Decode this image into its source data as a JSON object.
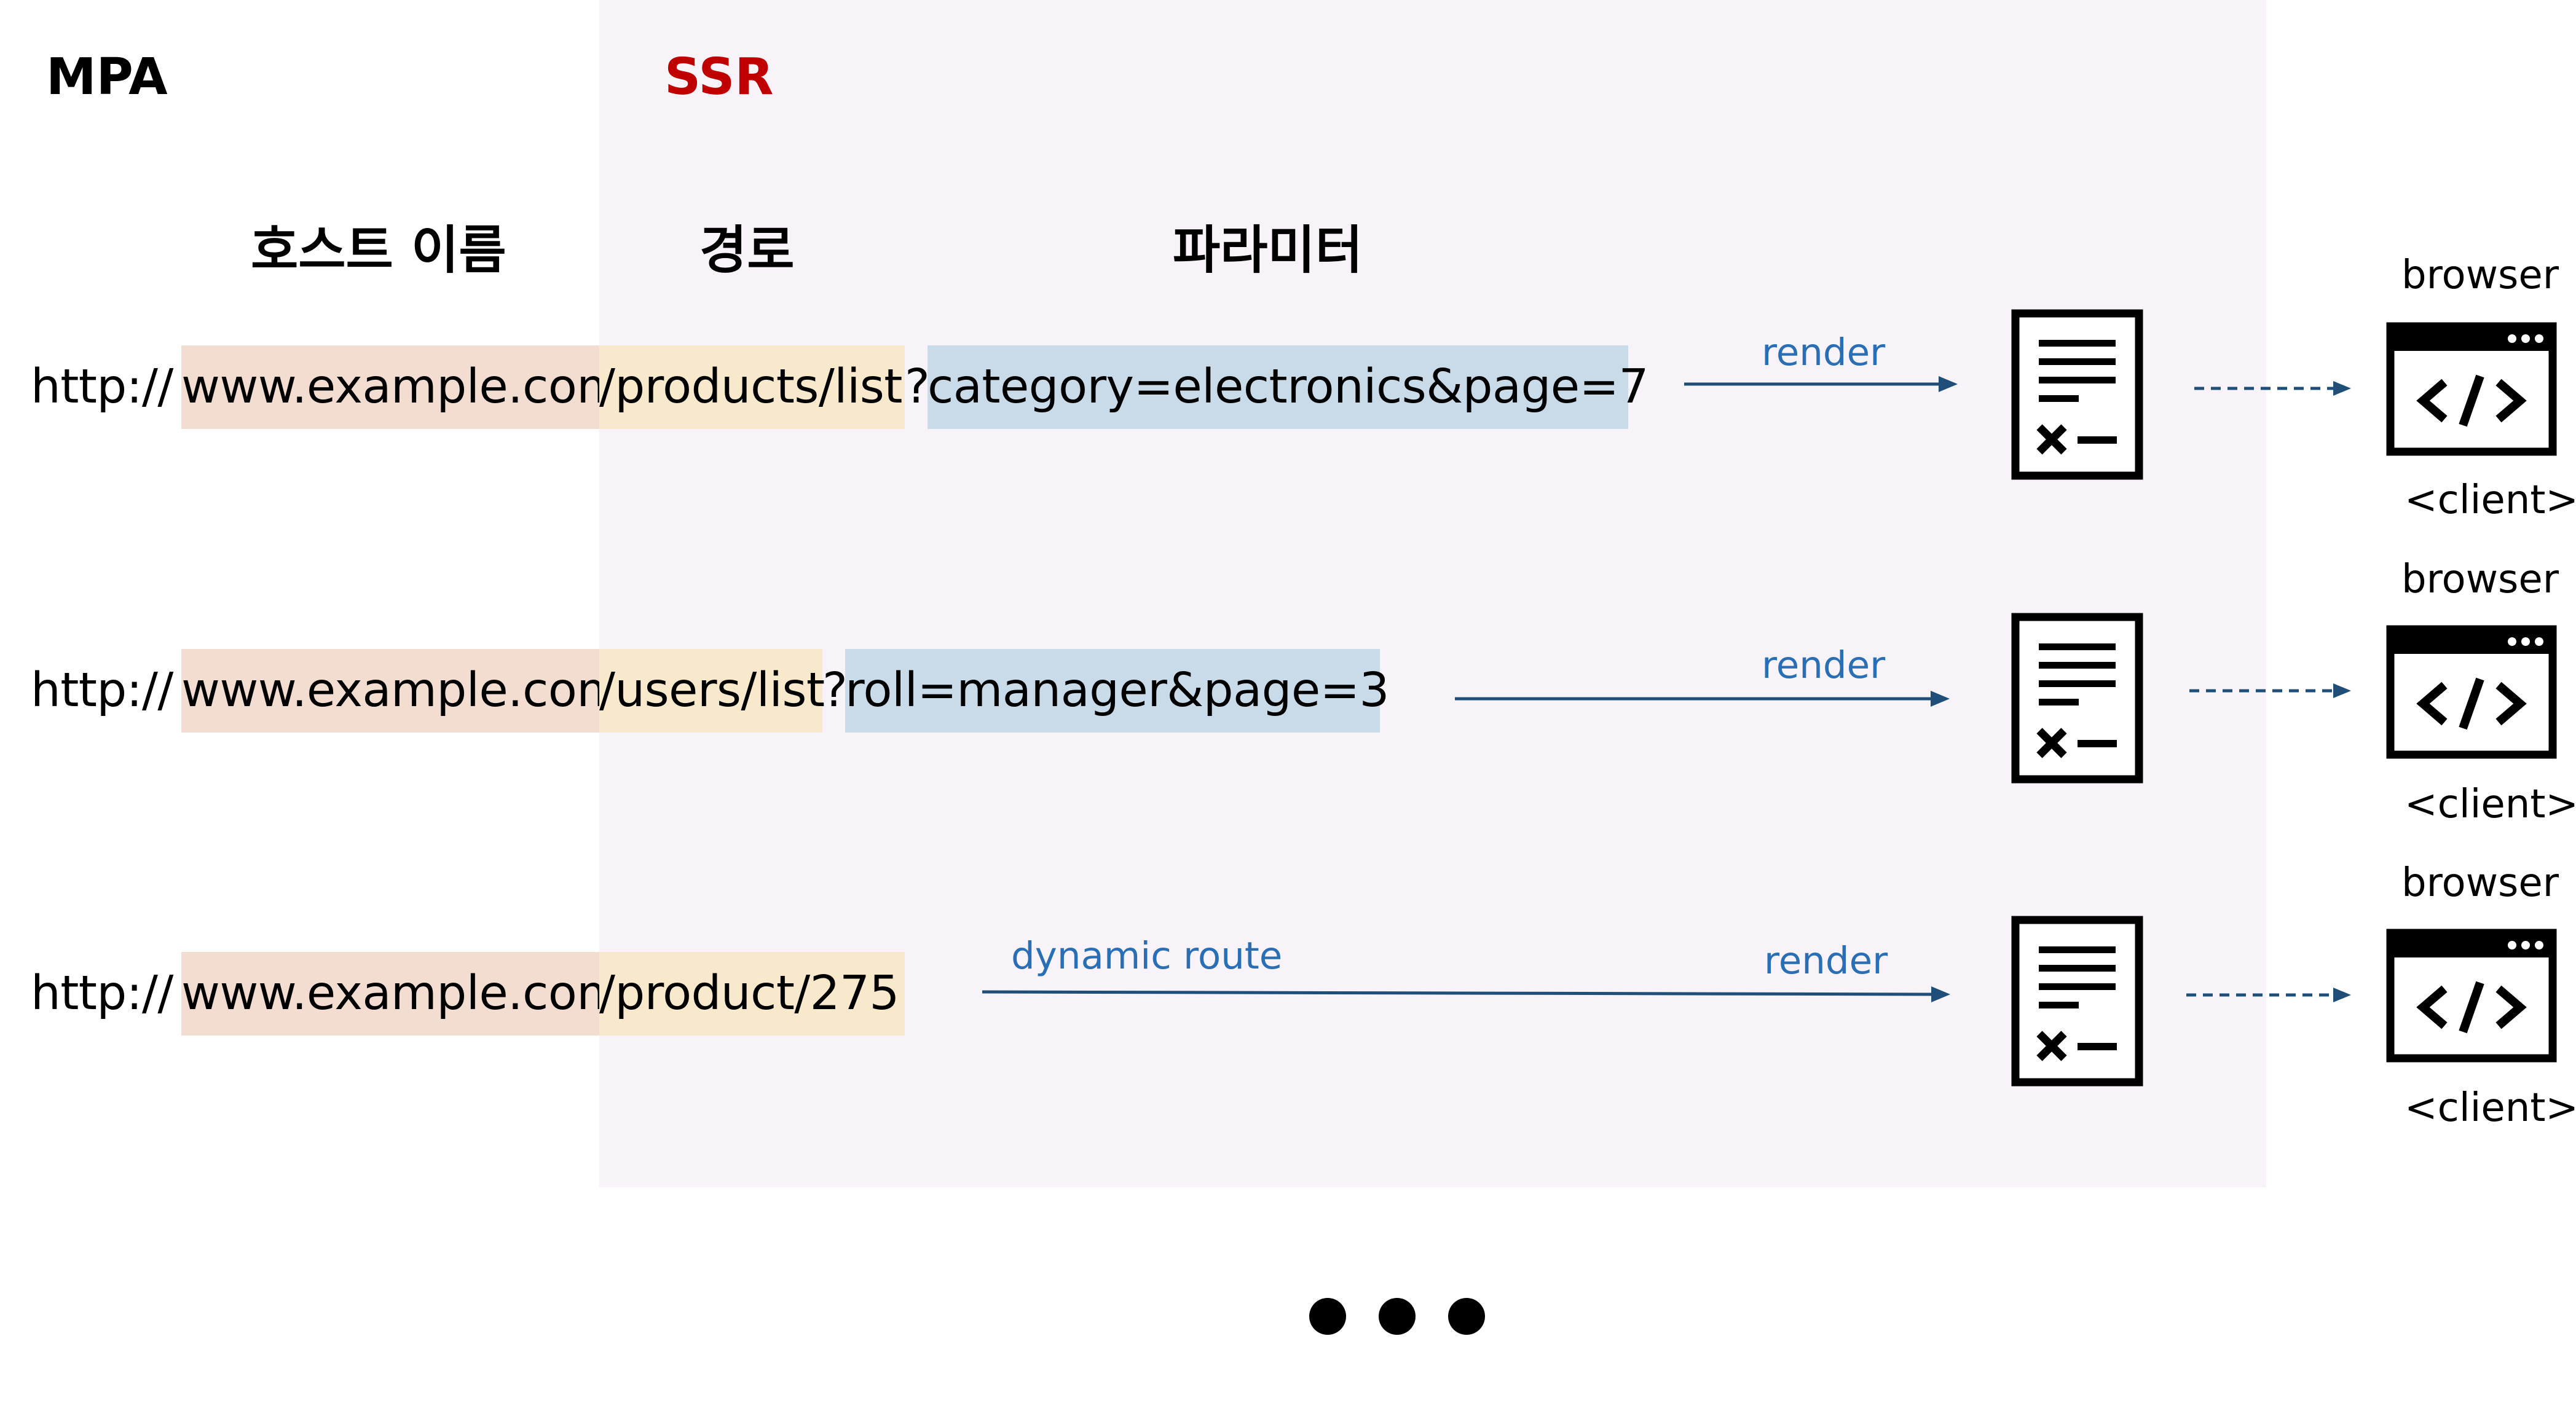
{
  "section_labels": {
    "mpa": "MPA",
    "ssr": "SSR"
  },
  "colors": {
    "ssr_label": "#c00000",
    "ssr_region": "#f7f3f9",
    "host_highlight": "#f3dcd0",
    "path_highlight": "#f8e8cc",
    "param_highlight": "#c9dbe9",
    "arrow": "#1f4e79",
    "arrow_label": "#2a6fb5"
  },
  "column_headers": {
    "host": "호스트 이름",
    "path": "경로",
    "params": "파라미터"
  },
  "rows": [
    {
      "url": {
        "scheme": "http://",
        "host": "www.example.com",
        "path": "/products/list",
        "separator": "?",
        "params": "category=electronics&page=7"
      },
      "route_label": "",
      "render_label": "render",
      "server_icon": "server-document-icon",
      "browser_label": "browser",
      "client_icon": "code-window-icon",
      "client_label": "<client>"
    },
    {
      "url": {
        "scheme": "http://",
        "host": "www.example.com",
        "path": "/users/list",
        "separator": "?",
        "params": "roll=manager&page=3"
      },
      "route_label": "",
      "render_label": "render",
      "server_icon": "server-document-icon",
      "browser_label": "browser",
      "client_icon": "code-window-icon",
      "client_label": "<client>"
    },
    {
      "url": {
        "scheme": "http://",
        "host": "www.example.com",
        "path": "/product/275",
        "separator": "",
        "params": ""
      },
      "route_label": "dynamic route",
      "render_label": "render",
      "server_icon": "server-document-icon",
      "browser_label": "browser",
      "client_icon": "code-window-icon",
      "client_label": "<client>"
    }
  ],
  "more_indicator": "ellipsis-dots"
}
